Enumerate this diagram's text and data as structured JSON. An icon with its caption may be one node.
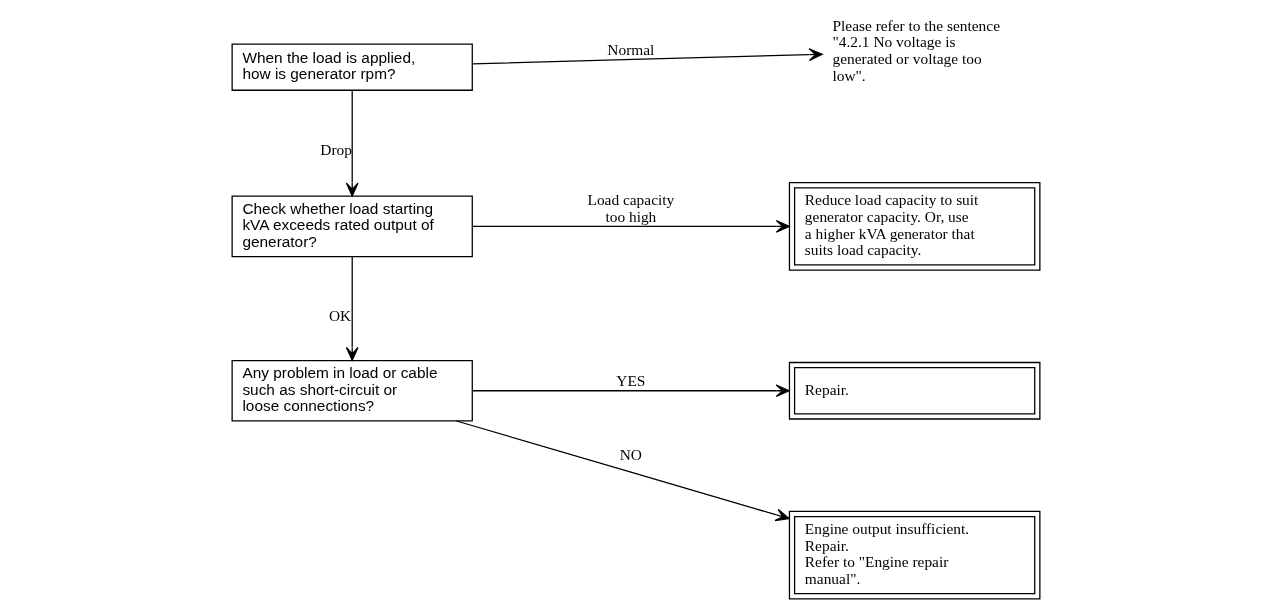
{
  "diagram": {
    "nodes": [
      {
        "text": [
          "When the load is applied, how is generator rpm?"
        ]
      },
      {
        "text": [
          "Please refer to the sentence \"4.2.1 No voltage is generated or voltage too low\"."
        ]
      },
      {
        "text": [
          "Check whether load starting kVA exceeds rated output of generator?"
        ]
      },
      {
        "text": [
          "Reduce load capacity to suit generator capacity. Or, use a higher kVA generator that suits load capacity."
        ]
      },
      {
        "text": [
          "Any problem in load or cable such as short-circuit or loose connections?"
        ]
      },
      {
        "text": [
          "Repair."
        ]
      },
      {
        "text": [
          "Engine output insufficient.",
          "Repair.",
          "Refer to \"Engine repair manual\"."
        ]
      }
    ],
    "edges": [
      {
        "from": 0,
        "to": 1,
        "arrow": "to",
        "label": "Normal"
      },
      {
        "from": 0,
        "to": 2,
        "arrow": "to",
        "label": "Drop"
      },
      {
        "from": 2,
        "to": 3,
        "arrow": "to",
        "label": "Load capacity too high"
      },
      {
        "from": 2,
        "to": 4,
        "arrow": "to",
        "label": "OK"
      },
      {
        "from": 4,
        "to": 5,
        "arrow": "to",
        "label": "YES"
      },
      {
        "from": 4,
        "to": 6,
        "arrow": "to",
        "label": "NO"
      }
    ]
  }
}
